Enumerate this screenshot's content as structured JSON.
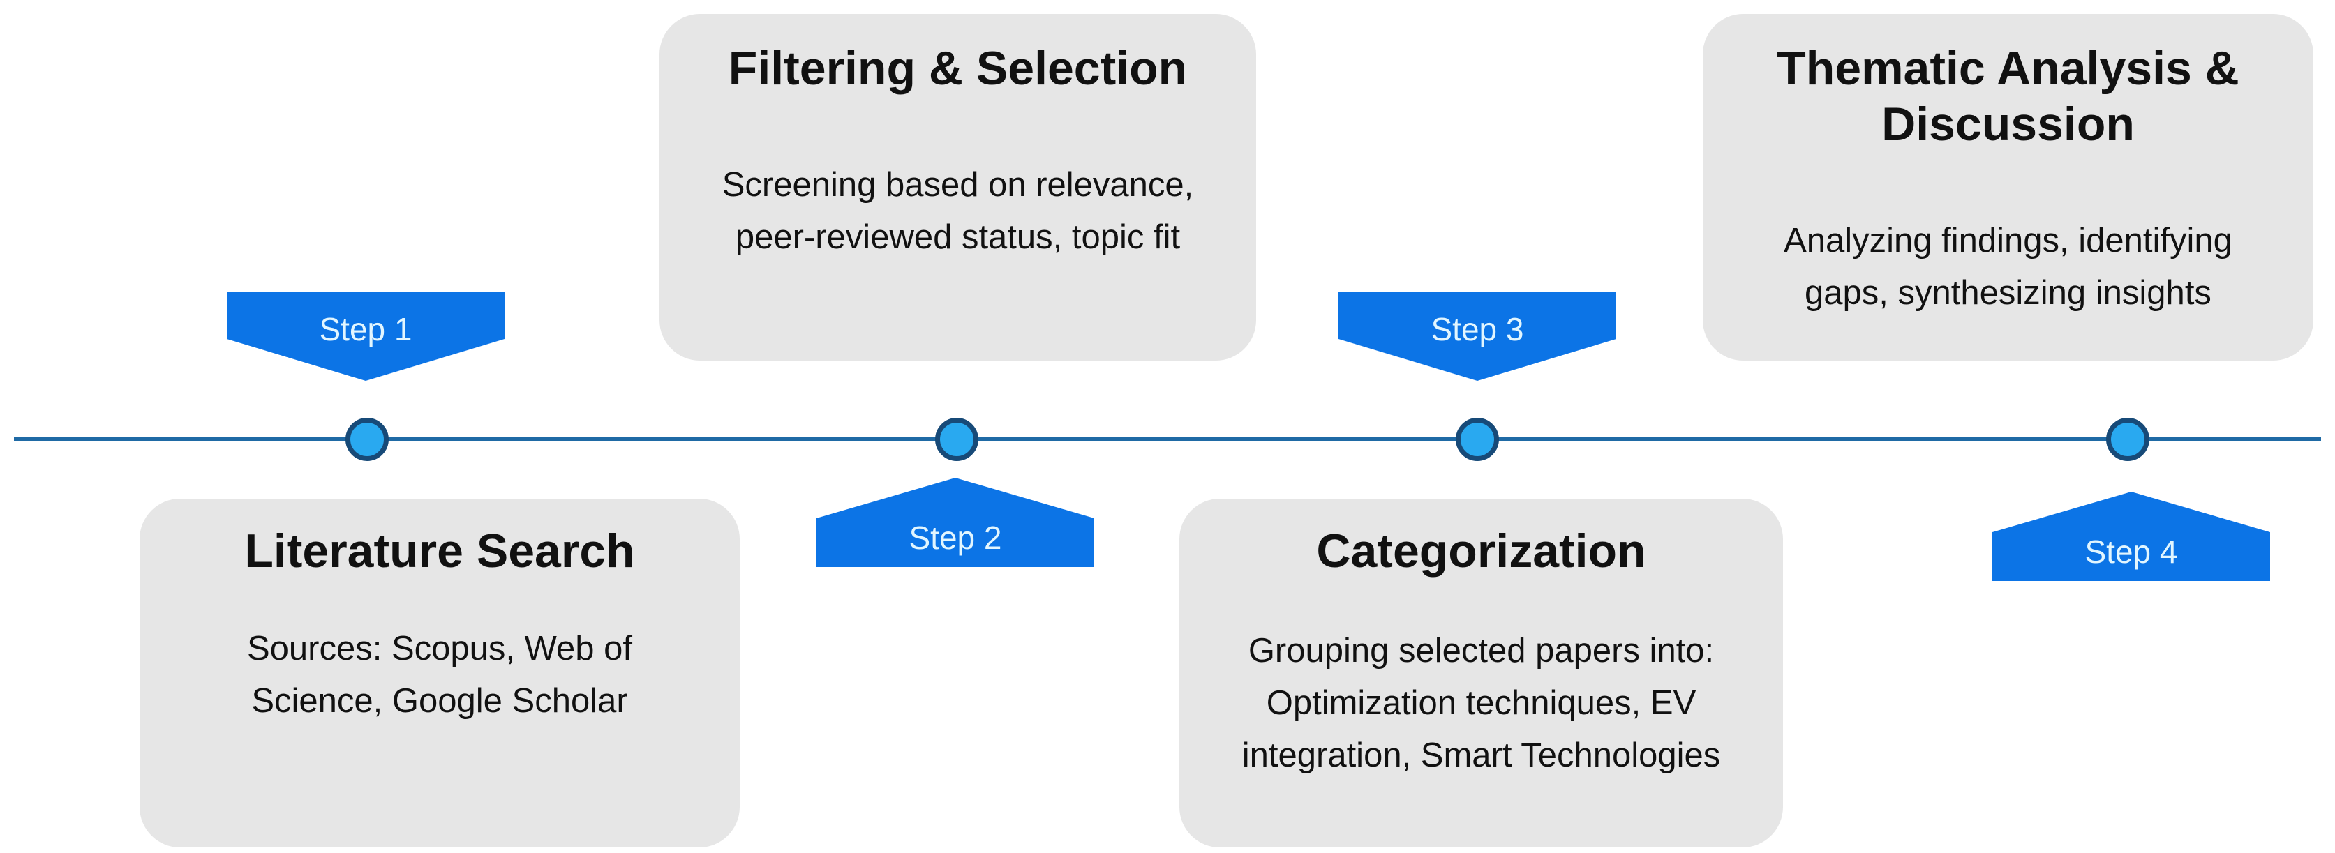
{
  "colors": {
    "accent": "#0c74e6",
    "line": "#1f6aa5",
    "node_fill": "#29a9f0",
    "node_border": "#174a78",
    "card_background": "#e6e6e6",
    "step_text": "#e2f6ff"
  },
  "steps": [
    {
      "label": "Step 1",
      "title": "Literature Search",
      "description": "Sources: Scopus, Web of\nScience, Google Scholar"
    },
    {
      "label": "Step 2",
      "title": "Filtering & Selection",
      "description": "Screening based on relevance,\npeer-reviewed status, topic fit"
    },
    {
      "label": "Step 3",
      "title": "Categorization",
      "description": "Grouping selected papers into:\nOptimization techniques, EV\nintegration, Smart Technologies"
    },
    {
      "label": "Step 4",
      "title": "Thematic Analysis &\nDiscussion",
      "description": "Analyzing findings, identifying\ngaps, synthesizing insights"
    }
  ]
}
